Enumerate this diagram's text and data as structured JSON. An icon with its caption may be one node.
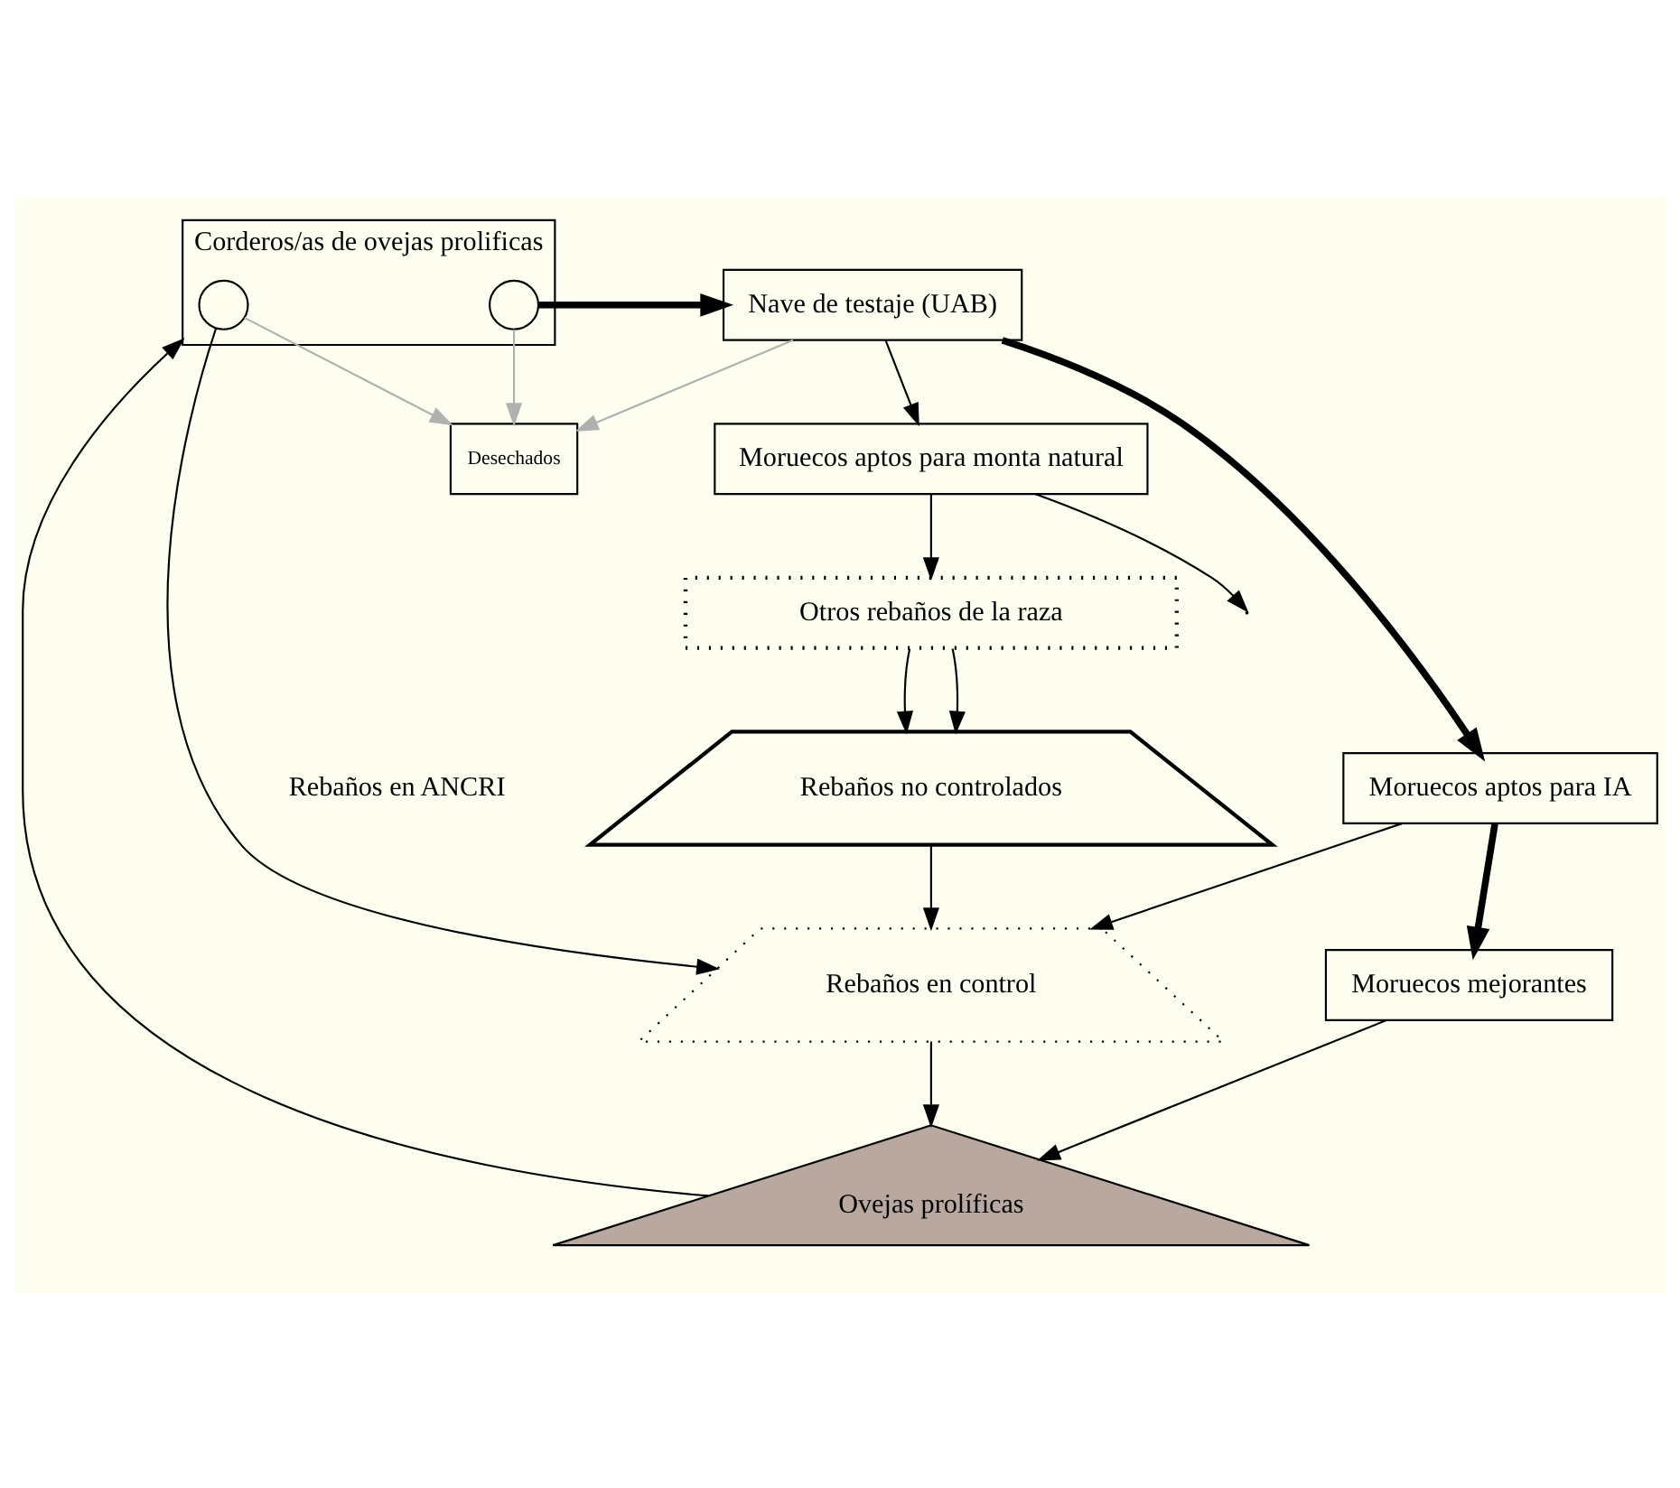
{
  "diagram": {
    "nodes": [
      {
        "text": [
          "Ovejas prolíficas"
        ]
      },
      {
        "text": [
          "Rebaños en control"
        ]
      },
      {
        "text": [
          "Rebaños no controlados"
        ],
        "beside": [
          "Rebaños en ANCRI"
        ]
      },
      {
        "text": [
          "Otros rebaños de la raza"
        ]
      },
      {
        "text": [
          "Corderos/as de ovejas prolificas"
        ]
      },
      {
        "text": [],
        "shape": "circle",
        "in": 4
      },
      {
        "text": [],
        "shape": "circle",
        "in": 4
      },
      {
        "text": [
          "Desechados"
        ]
      },
      {
        "text": [
          "Nave de testaje (UAB)"
        ]
      },
      {
        "text": [
          "Moruecos aptos para monta natural"
        ]
      },
      {
        "text": [
          "Moruecos aptos para IA"
        ]
      },
      {
        "text": [
          "Moruecos mejorantes"
        ]
      }
    ],
    "edges": [
      {
        "from": 0,
        "to": 4,
        "arrow": "to"
      },
      {
        "from": 5,
        "to": 1,
        "arrow": "to"
      },
      {
        "from": 5,
        "to": 7,
        "arrow": "to",
        "color": "#b0b0b0"
      },
      {
        "from": 6,
        "to": 7,
        "arrow": "to",
        "color": "#b0b0b0"
      },
      {
        "from": 6,
        "to": 8,
        "arrow": "to",
        "style": "thick"
      },
      {
        "from": 8,
        "to": 7,
        "arrow": "to",
        "color": "#b0b0b0"
      },
      {
        "from": 8,
        "to": 9,
        "arrow": "to"
      },
      {
        "from": 9,
        "to": 3,
        "arrow": "to"
      },
      {
        "from": 9,
        "to": null,
        "arrow": "to"
      },
      {
        "from": 8,
        "to": 10,
        "arrow": "to",
        "style": "thick"
      },
      {
        "from": 10,
        "to": 11,
        "arrow": "to",
        "style": "thick"
      },
      {
        "from": 10,
        "to": 1,
        "arrow": "to"
      },
      {
        "from": 11,
        "to": 0,
        "arrow": "to"
      },
      {
        "from": 3,
        "to": 2,
        "arrow": "to"
      },
      {
        "from": 3,
        "to": 2,
        "arrow": "to"
      },
      {
        "from": 2,
        "to": 1,
        "arrow": "to"
      },
      {
        "from": 1,
        "to": 0,
        "arrow": "to"
      }
    ]
  }
}
